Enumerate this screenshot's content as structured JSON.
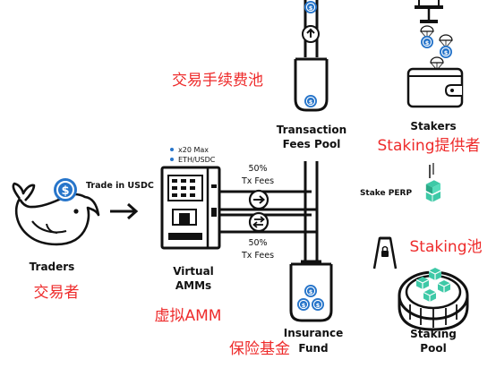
{
  "traders": {
    "trade_label": "Trade in USDC",
    "label": "Traders",
    "label_zh": "交易者"
  },
  "amm": {
    "spec_1": "x20 Max",
    "spec_2": "ETH/USDC",
    "label_1": "Virtual",
    "label_2": "AMMs",
    "label_zh": "虚拟AMM"
  },
  "fees_split": {
    "top_pct": "50%",
    "top_label": "Tx Fees",
    "bottom_pct": "50%",
    "bottom_label": "Tx Fees"
  },
  "transaction_pool": {
    "label_1": "Transaction",
    "label_2": "Fees Pool",
    "label_zh": "交易手续费池"
  },
  "insurance": {
    "label_1": "Insurance",
    "label_2": "Fund",
    "label_zh": "保险基金"
  },
  "stakers": {
    "label": "Stakers",
    "label_zh": "Staking提供者",
    "stake_label": "Stake PERP"
  },
  "staking_pool": {
    "label_1": "Staking",
    "label_2": "Pool",
    "label_zh": "Staking池"
  },
  "colors": {
    "usdc_blue": "#2775ca",
    "annotation_red": "#ee2b2b",
    "perp_green": "#3ec9a7"
  }
}
